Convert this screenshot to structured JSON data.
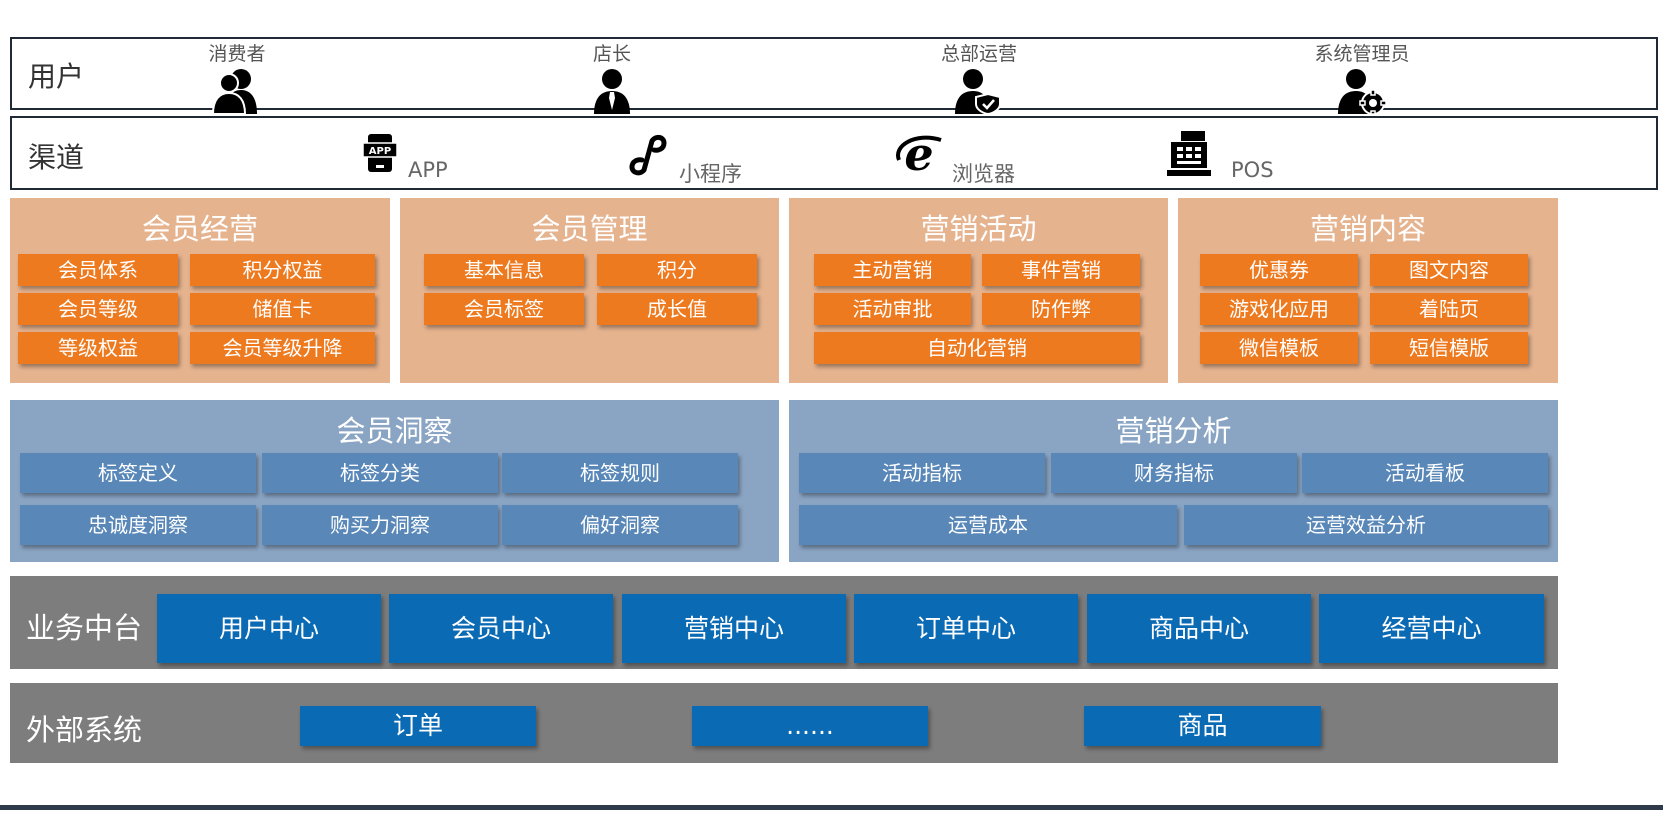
{
  "users": {
    "title": "用户",
    "items": [
      {
        "label": "消费者",
        "icon": "consumers-icon"
      },
      {
        "label": "店长",
        "icon": "store-manager-icon"
      },
      {
        "label": "总部运营",
        "icon": "hq-operations-icon"
      },
      {
        "label": "系统管理员",
        "icon": "system-admin-icon"
      }
    ]
  },
  "channels": {
    "title": "渠道",
    "items": [
      {
        "label": "APP",
        "icon": "app-icon"
      },
      {
        "label": "小程序",
        "icon": "mini-program-icon"
      },
      {
        "label": "浏览器",
        "icon": "browser-icon"
      },
      {
        "label": "POS",
        "icon": "pos-register-icon"
      }
    ]
  },
  "orange_panels": [
    {
      "title": "会员经营",
      "tags": [
        "会员体系",
        "积分权益",
        "会员等级",
        "储值卡",
        "等级权益",
        "会员等级升降"
      ]
    },
    {
      "title": "会员管理",
      "tags": [
        "基本信息",
        "积分",
        "会员标签",
        "成长值"
      ]
    },
    {
      "title": "营销活动",
      "tags": [
        "主动营销",
        "事件营销",
        "活动审批",
        "防作弊",
        "自动化营销"
      ]
    },
    {
      "title": "营销内容",
      "tags": [
        "优惠券",
        "图文内容",
        "游戏化应用",
        "着陆页",
        "微信模板",
        "短信模版"
      ]
    }
  ],
  "blue_panels": [
    {
      "title": "会员洞察",
      "tags": [
        "标签定义",
        "标签分类",
        "标签规则",
        "忠诚度洞察",
        "购买力洞察",
        "偏好洞察"
      ]
    },
    {
      "title": "营销分析",
      "tags": [
        "活动指标",
        "财务指标",
        "活动看板",
        "运营成本",
        "运营效益分析"
      ]
    }
  ],
  "business_center": {
    "title": "业务中台",
    "items": [
      "用户中心",
      "会员中心",
      "营销中心",
      "订单中心",
      "商品中心",
      "经营中心"
    ]
  },
  "external": {
    "title": "外部系统",
    "items": [
      "订单",
      "......",
      "商品"
    ]
  },
  "colors": {
    "orange_panel": "#e6b38f",
    "orange_tag": "#ee7a1f",
    "blue_panel": "#8aa5c4",
    "blue_tag": "#5887b8",
    "gray_bar": "#7d7d7d",
    "dark_blue_box": "#0b6ab4"
  }
}
